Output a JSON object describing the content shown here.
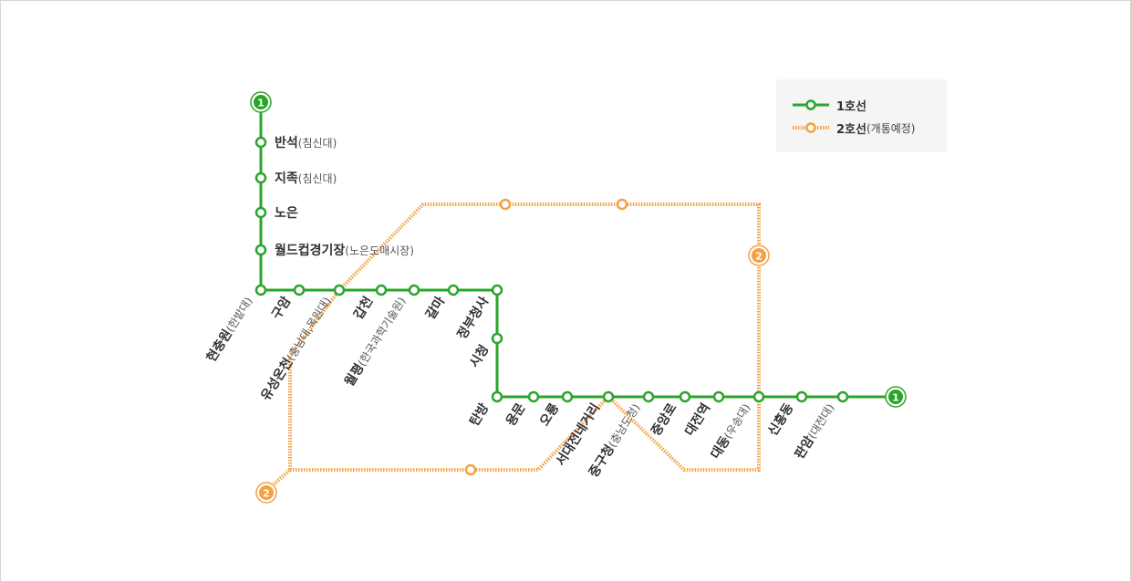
{
  "legend": {
    "line1": {
      "name": "1호선",
      "note": ""
    },
    "line2": {
      "name": "2호선",
      "note": "(개통예정)"
    }
  },
  "colors": {
    "line1": "#2aa52a",
    "line2": "#f5a043"
  },
  "terminal_badges": {
    "line1": "1",
    "line2": "2"
  },
  "line1_stations": [
    {
      "name": "반석",
      "sub": "(침신대)"
    },
    {
      "name": "지족",
      "sub": "(침신대)"
    },
    {
      "name": "노은",
      "sub": ""
    },
    {
      "name": "월드컵경기장",
      "sub": "(노은도매시장)"
    },
    {
      "name": "현충원",
      "sub": "(한밭대)"
    },
    {
      "name": "구암",
      "sub": ""
    },
    {
      "name": "유성온천",
      "sub": "(충남대,목원대)"
    },
    {
      "name": "갑천",
      "sub": ""
    },
    {
      "name": "월평",
      "sub": "(한국과학기술원)"
    },
    {
      "name": "갈마",
      "sub": ""
    },
    {
      "name": "정부청사",
      "sub": ""
    },
    {
      "name": "시청",
      "sub": ""
    },
    {
      "name": "탄방",
      "sub": ""
    },
    {
      "name": "용문",
      "sub": ""
    },
    {
      "name": "오룡",
      "sub": ""
    },
    {
      "name": "서대전네거리",
      "sub": ""
    },
    {
      "name": "중구청",
      "sub": "(충남도청)"
    },
    {
      "name": "중앙로",
      "sub": ""
    },
    {
      "name": "대전역",
      "sub": ""
    },
    {
      "name": "대동",
      "sub": "(우송대)"
    },
    {
      "name": "신흥동",
      "sub": ""
    },
    {
      "name": "판암",
      "sub": "(대전대)"
    }
  ]
}
